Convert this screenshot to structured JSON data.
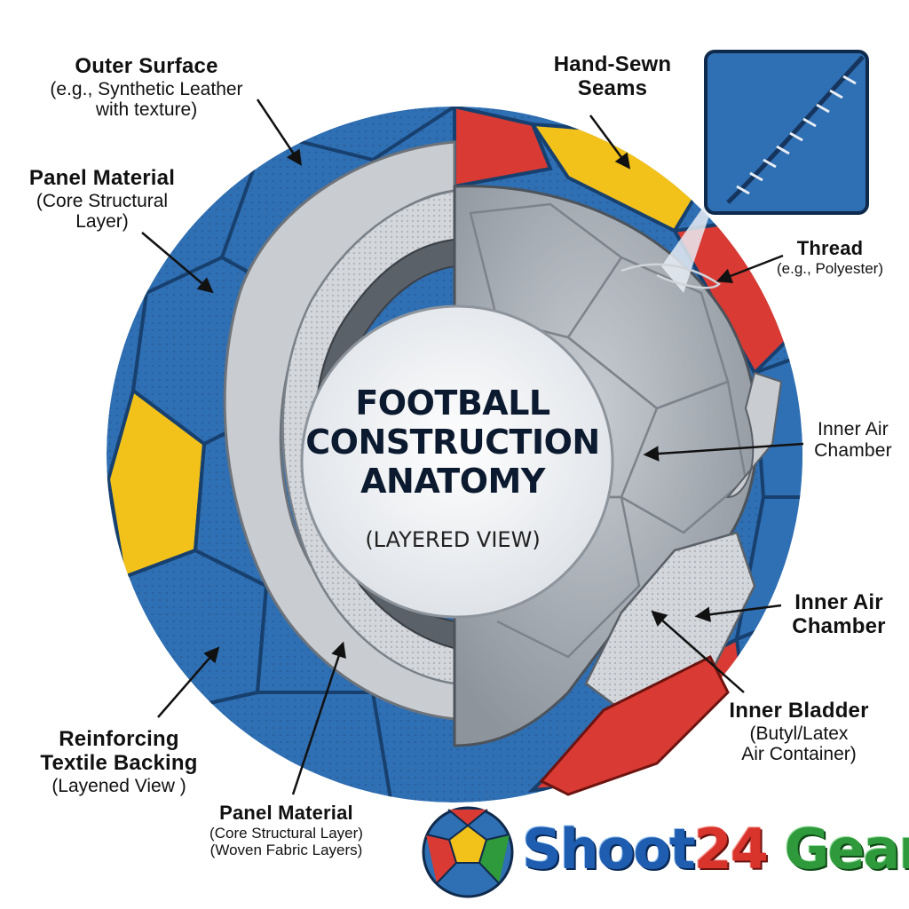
{
  "diagram": {
    "title_lines": [
      "FOOTBALL",
      "CONSTRUCTION",
      "ANATOMY"
    ],
    "subtitle": "(LAYERED VIEW)",
    "labels": {
      "outer_surface": {
        "heading": "Outer Surface",
        "detail": [
          "(e.g., Synthetic Leather",
          "with texture)"
        ]
      },
      "panel_material_top": {
        "heading": "Panel Material",
        "detail": [
          "(Core Structural",
          "Layer)"
        ]
      },
      "hand_sewn_seams": {
        "heading": "Hand-Sewn",
        "heading2": "Seams"
      },
      "thread": {
        "heading": "Thread",
        "detail": [
          "(e.g., Polyester)"
        ]
      },
      "inner_air_chamber_1": {
        "heading": "Inner Air",
        "heading2": "Chamber"
      },
      "inner_air_chamber_2": {
        "heading": "Inner Air",
        "heading2": "Chamber"
      },
      "inner_bladder": {
        "heading": "Inner Bladder",
        "detail": [
          "(Butyl/Latex",
          "Air Container)"
        ]
      },
      "reinforcing_backing": {
        "heading": "Reinforcing",
        "heading2": "Textile Backing",
        "detail": [
          "(Layened View )"
        ]
      },
      "panel_material_bottom": {
        "heading": "Panel Material",
        "detail": [
          "(Core Structural Layer)",
          "(Woven Fabric Layers)"
        ]
      }
    }
  },
  "brand": {
    "part1": "Shoot",
    "part2": "24",
    "part3": " Gear"
  },
  "colors": {
    "panel_blue": "#2f6fb3",
    "panel_blue_dark": "#1f4f86",
    "panel_yellow": "#f2c21b",
    "panel_red": "#d93a33",
    "layer_grey": "#c9ccd0",
    "bladder_grey": "#9ea4ab",
    "center_white": "#f4f6f8"
  },
  "icons": {
    "brand_logo": "soccer-ball-icon",
    "seam_zoom": "stitched-seam-closeup-icon"
  }
}
